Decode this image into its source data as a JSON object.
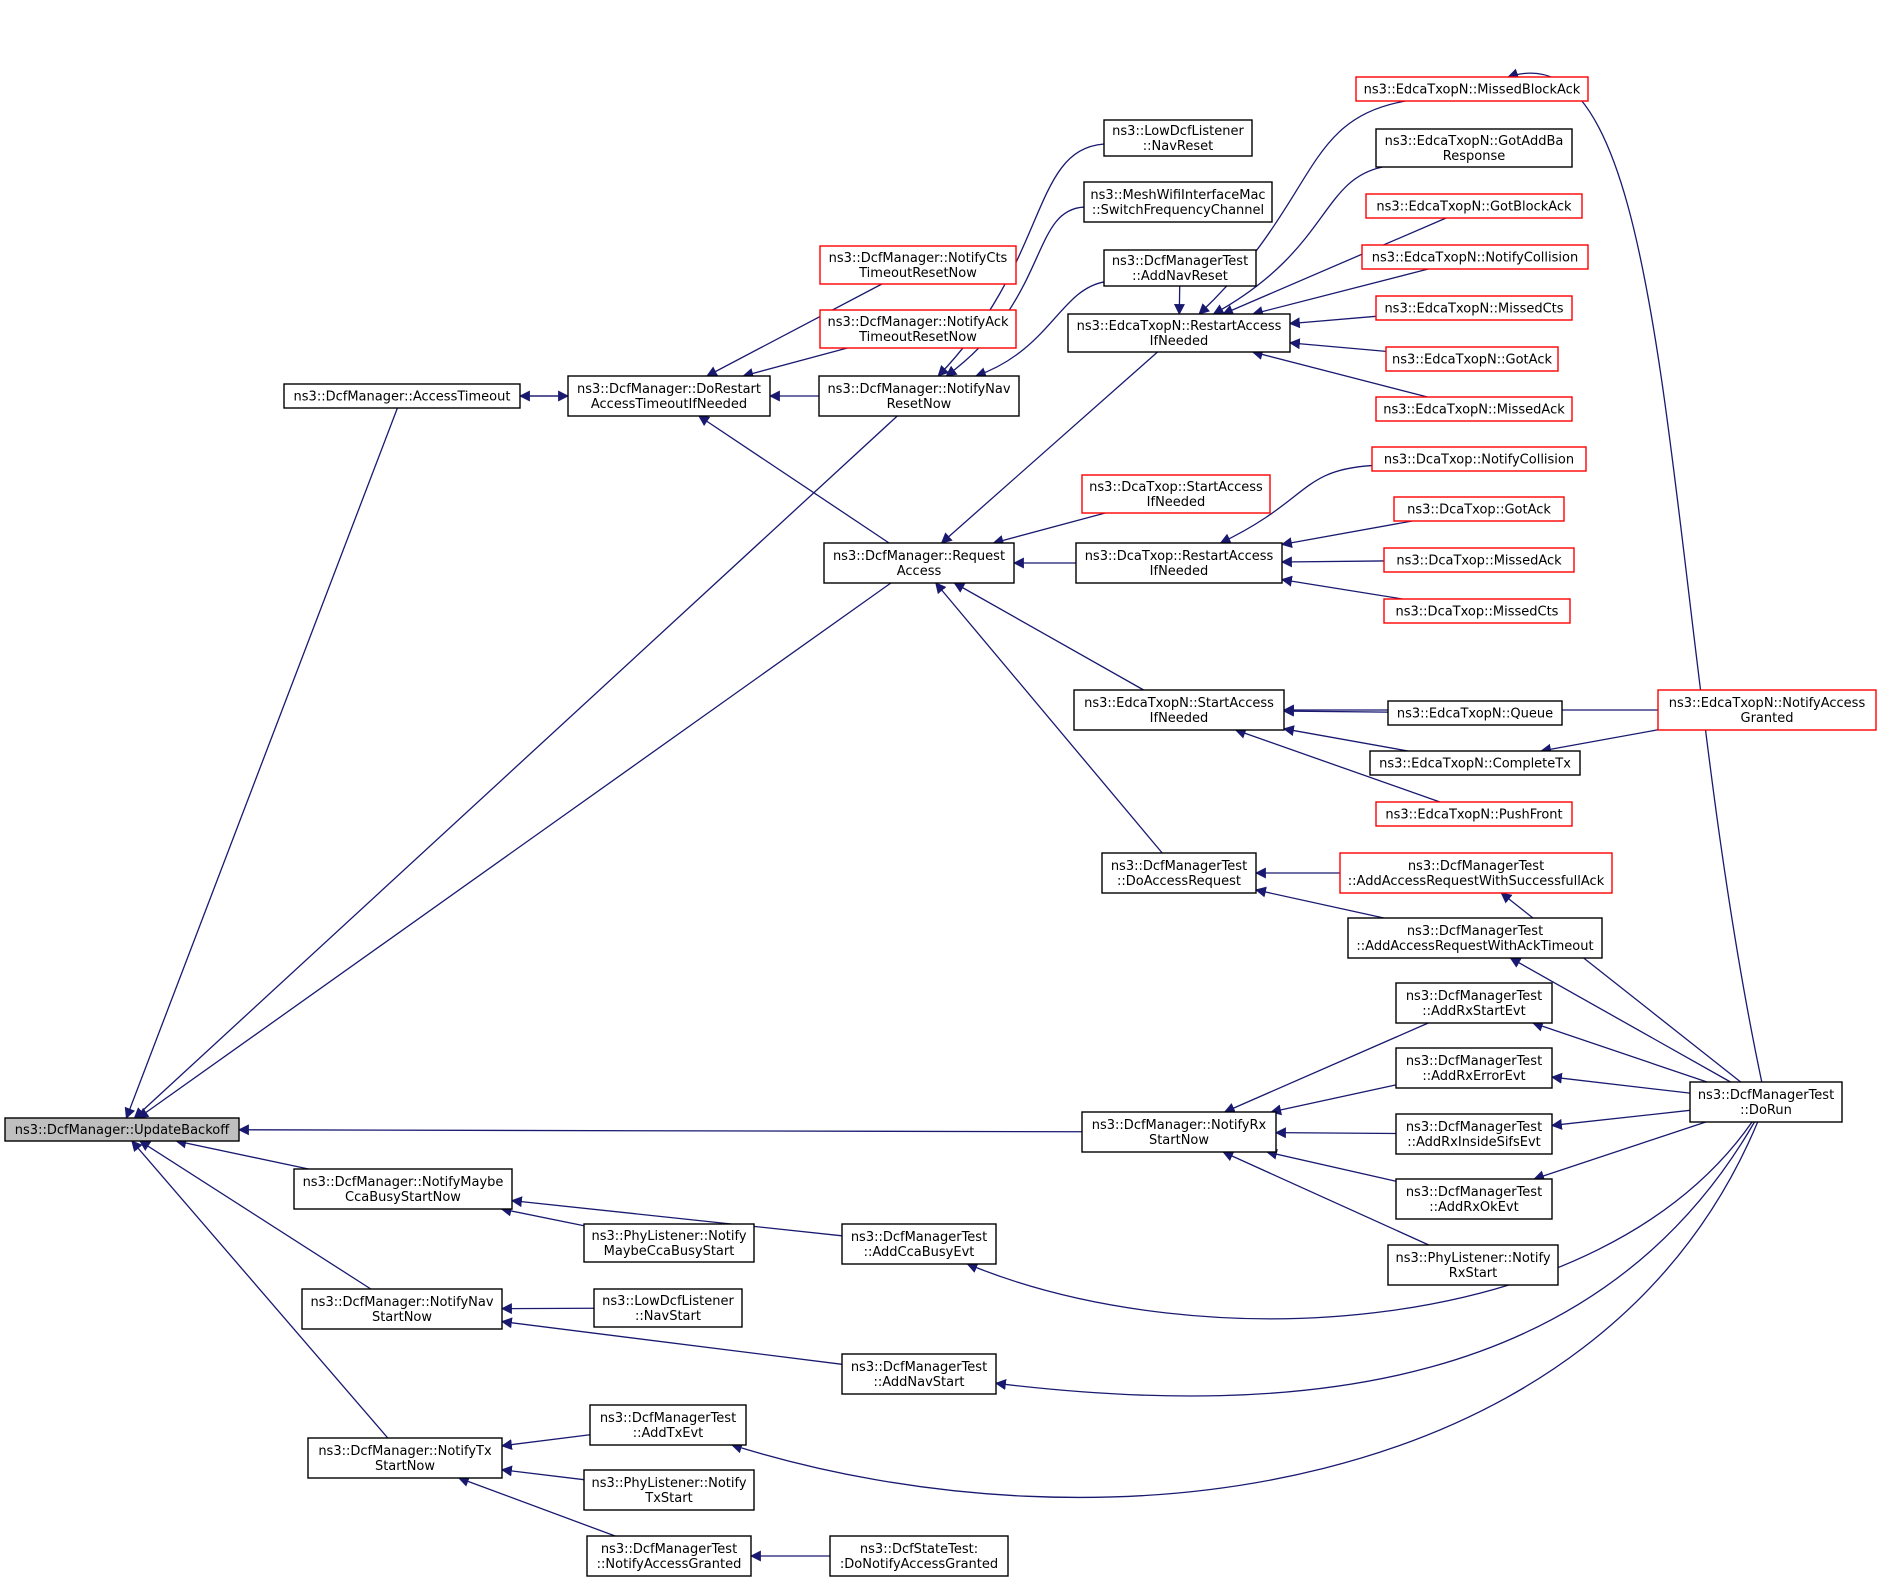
{
  "graph": {
    "title": "",
    "colors": {
      "edge": "#191970",
      "border": "#000000",
      "border_truncated": "#ff0000",
      "root_fill": "#bfbfbf"
    },
    "nodes": [
      {
        "id": "root",
        "label": [
          "ns3::DcfManager::UpdateBackoff"
        ],
        "style": "root"
      },
      {
        "id": "accesstimeout",
        "label": [
          "ns3::DcfManager::AccessTimeout"
        ]
      },
      {
        "id": "dorestart",
        "label": [
          "ns3::DcfManager::DoRestart",
          "AccessTimeoutIfNeeded"
        ]
      },
      {
        "id": "notifycts",
        "label": [
          "ns3::DcfManager::NotifyCts",
          "TimeoutResetNow"
        ],
        "style": "red"
      },
      {
        "id": "notifyack",
        "label": [
          "ns3::DcfManager::NotifyAck",
          "TimeoutResetNow"
        ],
        "style": "red"
      },
      {
        "id": "notifynavreset",
        "label": [
          "ns3::DcfManager::NotifyNav",
          "ResetNow"
        ]
      },
      {
        "id": "lownavreset",
        "label": [
          "ns3::LowDcfListener",
          "::NavReset"
        ]
      },
      {
        "id": "meshswitch",
        "label": [
          "ns3::MeshWifiInterfaceMac",
          "::SwitchFrequencyChannel"
        ]
      },
      {
        "id": "addnavreset",
        "label": [
          "ns3::DcfManagerTest",
          "::AddNavReset"
        ]
      },
      {
        "id": "edcarestart",
        "label": [
          "ns3::EdcaTxopN::RestartAccess",
          "IfNeeded"
        ]
      },
      {
        "id": "edcamissedblockack",
        "label": [
          "ns3::EdcaTxopN::MissedBlockAck"
        ],
        "style": "red"
      },
      {
        "id": "edcagotaddba",
        "label": [
          "ns3::EdcaTxopN::GotAddBa",
          "Response"
        ]
      },
      {
        "id": "edcagotblockack",
        "label": [
          "ns3::EdcaTxopN::GotBlockAck"
        ],
        "style": "red"
      },
      {
        "id": "edcanotifycoll",
        "label": [
          "ns3::EdcaTxopN::NotifyCollision"
        ],
        "style": "red"
      },
      {
        "id": "edcamissedcts",
        "label": [
          "ns3::EdcaTxopN::MissedCts"
        ],
        "style": "red"
      },
      {
        "id": "edcagotack",
        "label": [
          "ns3::EdcaTxopN::GotAck"
        ],
        "style": "red"
      },
      {
        "id": "edcamissedack",
        "label": [
          "ns3::EdcaTxopN::MissedAck"
        ],
        "style": "red"
      },
      {
        "id": "requestaccess",
        "label": [
          "ns3::DcfManager::Request",
          "Access"
        ]
      },
      {
        "id": "dcastart",
        "label": [
          "ns3::DcaTxop::StartAccess",
          "IfNeeded"
        ],
        "style": "red"
      },
      {
        "id": "dcarestart",
        "label": [
          "ns3::DcaTxop::RestartAccess",
          "IfNeeded"
        ]
      },
      {
        "id": "dcanotifycoll",
        "label": [
          "ns3::DcaTxop::NotifyCollision"
        ],
        "style": "red"
      },
      {
        "id": "dcagotack",
        "label": [
          "ns3::DcaTxop::GotAck"
        ],
        "style": "red"
      },
      {
        "id": "dcamissedack",
        "label": [
          "ns3::DcaTxop::MissedAck"
        ],
        "style": "red"
      },
      {
        "id": "dcamissedcts",
        "label": [
          "ns3::DcaTxop::MissedCts"
        ],
        "style": "red"
      },
      {
        "id": "edcastart",
        "label": [
          "ns3::EdcaTxopN::StartAccess",
          "IfNeeded"
        ]
      },
      {
        "id": "edcaqueue",
        "label": [
          "ns3::EdcaTxopN::Queue"
        ]
      },
      {
        "id": "edcacompletetx",
        "label": [
          "ns3::EdcaTxopN::CompleteTx"
        ]
      },
      {
        "id": "edcanotifyaccess",
        "label": [
          "ns3::EdcaTxopN::NotifyAccess",
          "Granted"
        ],
        "style": "red"
      },
      {
        "id": "edcapushfront",
        "label": [
          "ns3::EdcaTxopN::PushFront"
        ],
        "style": "red"
      },
      {
        "id": "doaccessrequest",
        "label": [
          "ns3::DcfManagerTest",
          "::DoAccessRequest"
        ]
      },
      {
        "id": "addaccesssuccess",
        "label": [
          "ns3::DcfManagerTest",
          "::AddAccessRequestWithSuccessfullAck"
        ],
        "style": "red"
      },
      {
        "id": "addaccessacktimeout",
        "label": [
          "ns3::DcfManagerTest",
          "::AddAccessRequestWithAckTimeout"
        ]
      },
      {
        "id": "addrxstart",
        "label": [
          "ns3::DcfManagerTest",
          "::AddRxStartEvt"
        ]
      },
      {
        "id": "addrxerror",
        "label": [
          "ns3::DcfManagerTest",
          "::AddRxErrorEvt"
        ]
      },
      {
        "id": "addrxinsidesifs",
        "label": [
          "ns3::DcfManagerTest",
          "::AddRxInsideSifsEvt"
        ]
      },
      {
        "id": "addrxok",
        "label": [
          "ns3::DcfManagerTest",
          "::AddRxOkEvt"
        ]
      },
      {
        "id": "phynotifyrx",
        "label": [
          "ns3::PhyListener::Notify",
          "RxStart"
        ]
      },
      {
        "id": "notifyrxstart",
        "label": [
          "ns3::DcfManager::NotifyRx",
          "StartNow"
        ]
      },
      {
        "id": "dorun",
        "label": [
          "ns3::DcfManagerTest",
          "::DoRun"
        ]
      },
      {
        "id": "notifymaybecca",
        "label": [
          "ns3::DcfManager::NotifyMaybe",
          "CcaBusyStartNow"
        ]
      },
      {
        "id": "phymaybecca",
        "label": [
          "ns3::PhyListener::Notify",
          "MaybeCcaBusyStart"
        ]
      },
      {
        "id": "addccabusy",
        "label": [
          "ns3::DcfManagerTest",
          "::AddCcaBusyEvt"
        ]
      },
      {
        "id": "notifynavstart",
        "label": [
          "ns3::DcfManager::NotifyNav",
          "StartNow"
        ]
      },
      {
        "id": "lownavstart",
        "label": [
          "ns3::LowDcfListener",
          "::NavStart"
        ]
      },
      {
        "id": "addnavstart",
        "label": [
          "ns3::DcfManagerTest",
          "::AddNavStart"
        ]
      },
      {
        "id": "notifytxstart",
        "label": [
          "ns3::DcfManager::NotifyTx",
          "StartNow"
        ]
      },
      {
        "id": "addtxevt",
        "label": [
          "ns3::DcfManagerTest",
          "::AddTxEvt"
        ]
      },
      {
        "id": "phynotifytx",
        "label": [
          "ns3::PhyListener::Notify",
          "TxStart"
        ]
      },
      {
        "id": "notifyaccessgranted",
        "label": [
          "ns3::DcfManagerTest",
          "::NotifyAccessGranted"
        ]
      },
      {
        "id": "donotifyaccess",
        "label": [
          "ns3::DcfStateTest:",
          ":DoNotifyAccessGranted"
        ]
      }
    ]
  }
}
